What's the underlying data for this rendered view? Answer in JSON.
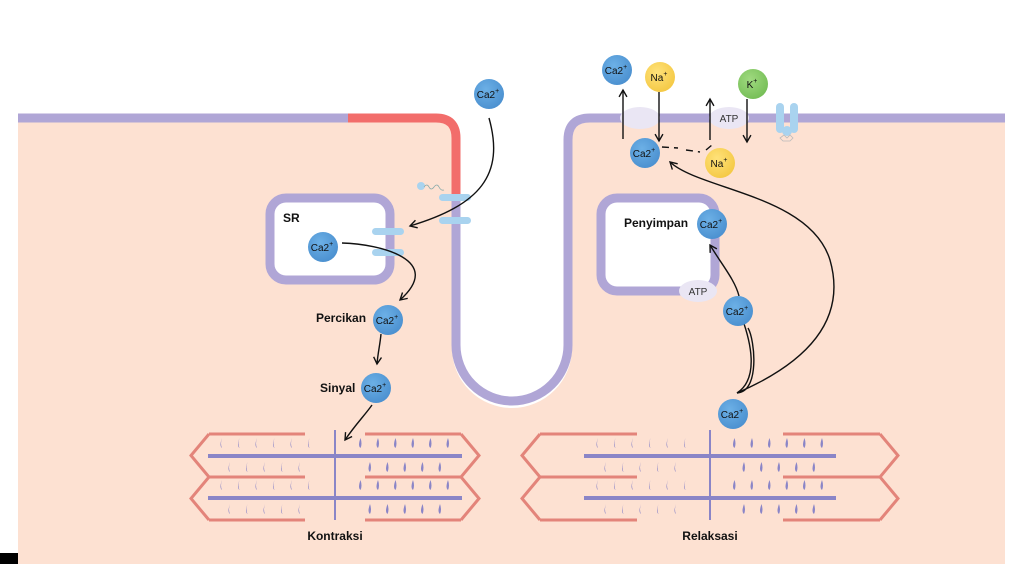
{
  "diagram": {
    "title": "Kontraksi dan relaksasi otot",
    "colors": {
      "cytoplasm": "#fde1d2",
      "membrane": "#b0a6d6",
      "membrane_active": "#f26d6b",
      "calcium": "#5aa0db",
      "sodium": "#fbd760",
      "potassium": "#8fd06e",
      "channel": "#a9d3ef",
      "pump": "#eae6f4",
      "actin": "#e3847a",
      "myosin": "#8a85c7"
    },
    "ions": {
      "calcium": "Ca2",
      "sodium": "Na",
      "potassium": "K",
      "charge": "+"
    },
    "labels": {
      "sr": "SR",
      "spark": "Percikan",
      "signal": "Sinyal",
      "storage": "Penyimpan",
      "atp_pump": "ATP",
      "atp_exchanger": "ATP",
      "contraction": "Kontraksi",
      "relaxation": "Relaksasi"
    },
    "panels": [
      {
        "name": "contraction",
        "state": "contracted"
      },
      {
        "name": "relaxation",
        "state": "relaxed"
      }
    ]
  }
}
